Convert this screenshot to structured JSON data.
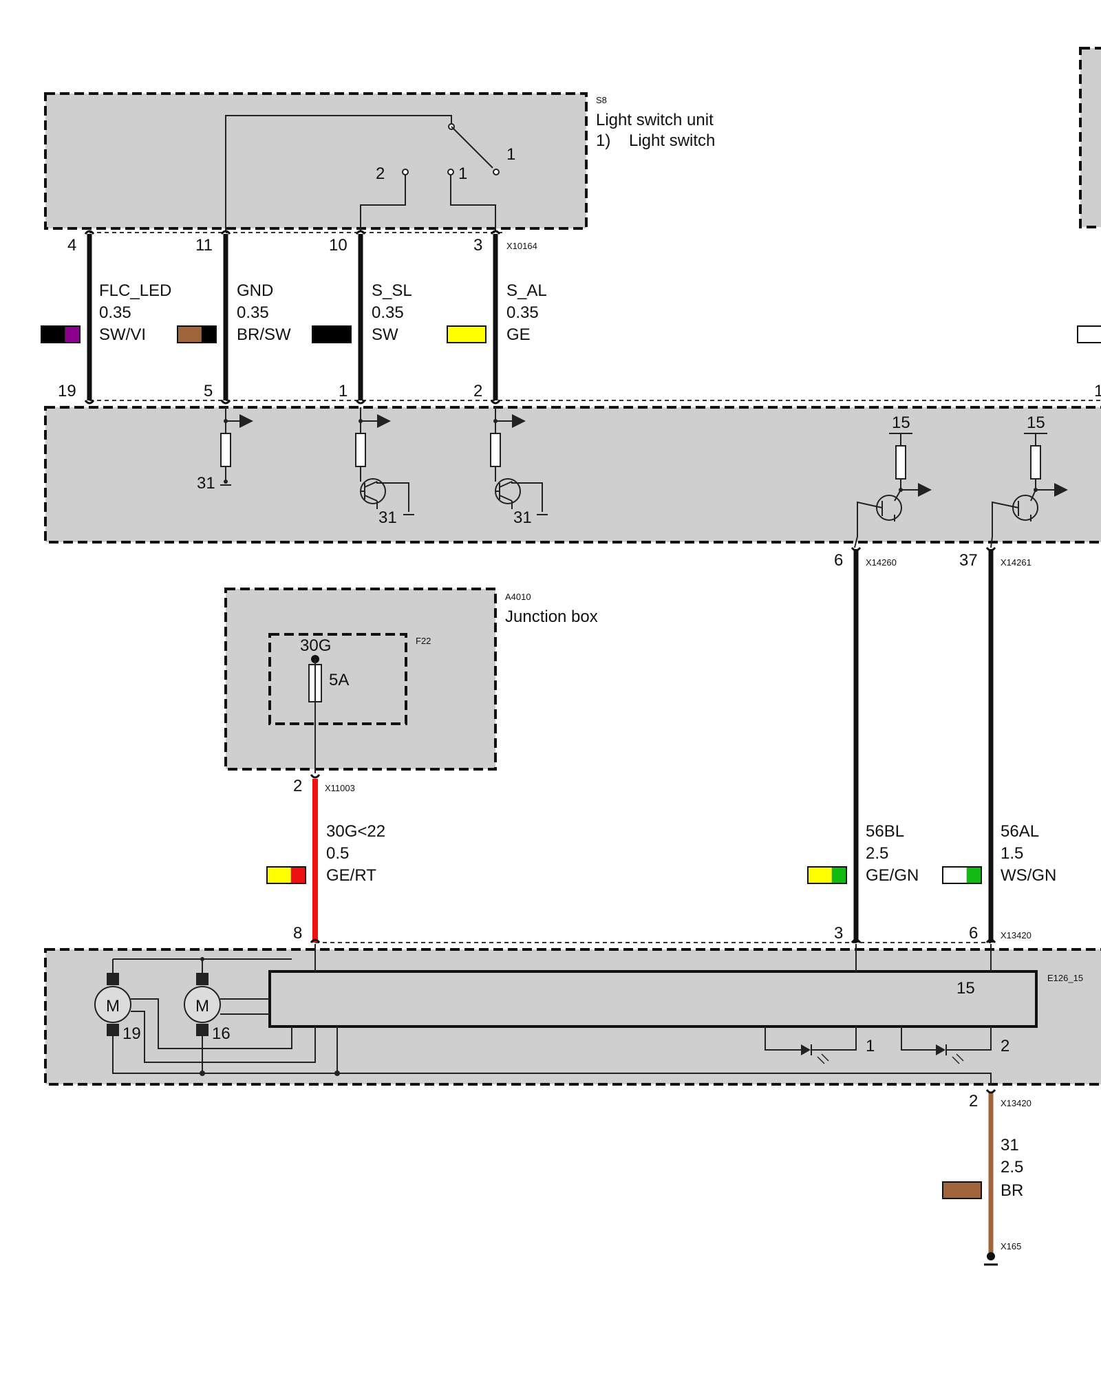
{
  "components": {
    "light_switch": {
      "code": "S8",
      "title": "Light switch unit",
      "sub_index": "1)",
      "sub_label": "Light switch",
      "switch_pos_1": "1",
      "switch_pos_2": "2",
      "contact_1": "1"
    },
    "junction_box": {
      "code": "A4010",
      "title": "Junction box",
      "fuse_code": "F22",
      "fuse_terminal": "30G",
      "fuse_rating": "5A"
    },
    "lamp_unit": {
      "code": "E126_15",
      "terminal_15": "15",
      "motor_1_label": "19",
      "motor_2_label": "16",
      "led_1_label": "1",
      "led_2_label": "2",
      "motor_symbol": "M"
    },
    "control_unit": {
      "ground_1": "31",
      "ground_2": "31",
      "ground_3": "31",
      "supply_1": "15",
      "supply_2": "15"
    }
  },
  "connectors": {
    "top": "X10164",
    "cu_out_1": "X14260",
    "cu_out_2": "X14261",
    "jbox_out": "X11003",
    "lamp_in": "X13420",
    "lamp_gnd": "X13420",
    "ground_point": "X165"
  },
  "wires": [
    {
      "id": "flc_led",
      "signal": "FLC_LED",
      "gauge": "0.35",
      "color_code": "SW/VI",
      "colors": [
        "#000000",
        "#8b008b"
      ],
      "pin_top": "4",
      "pin_bottom": "19"
    },
    {
      "id": "gnd",
      "signal": "GND",
      "gauge": "0.35",
      "color_code": "BR/SW",
      "colors": [
        "#a0653a",
        "#000000"
      ],
      "pin_top": "11",
      "pin_bottom": "5"
    },
    {
      "id": "s_sl",
      "signal": "S_SL",
      "gauge": "0.35",
      "color_code": "SW",
      "colors": [
        "#000000"
      ],
      "pin_top": "10",
      "pin_bottom": "1"
    },
    {
      "id": "s_al",
      "signal": "S_AL",
      "gauge": "0.35",
      "color_code": "GE",
      "colors": [
        "#ffff00"
      ],
      "pin_top": "3",
      "pin_bottom": "2"
    },
    {
      "id": "w30g",
      "signal": "30G<22",
      "gauge": "0.5",
      "color_code": "GE/RT",
      "colors": [
        "#ffff00",
        "#ee1111"
      ],
      "pin_top": "2",
      "pin_bottom": "8"
    },
    {
      "id": "w56bl",
      "signal": "56BL",
      "gauge": "2.5",
      "color_code": "GE/GN",
      "colors": [
        "#ffff00",
        "#11bb11"
      ],
      "pin_top": "6",
      "pin_bottom": "3"
    },
    {
      "id": "w56al",
      "signal": "56AL",
      "gauge": "1.5",
      "color_code": "WS/GN",
      "colors": [
        "#ffffff",
        "#11bb11"
      ],
      "pin_top": "37",
      "pin_bottom": "6"
    },
    {
      "id": "w31",
      "signal": "31",
      "gauge": "2.5",
      "color_code": "BR",
      "colors": [
        "#a0653a"
      ],
      "pin_top": "2"
    }
  ],
  "edge": {
    "right_pin": "1"
  }
}
